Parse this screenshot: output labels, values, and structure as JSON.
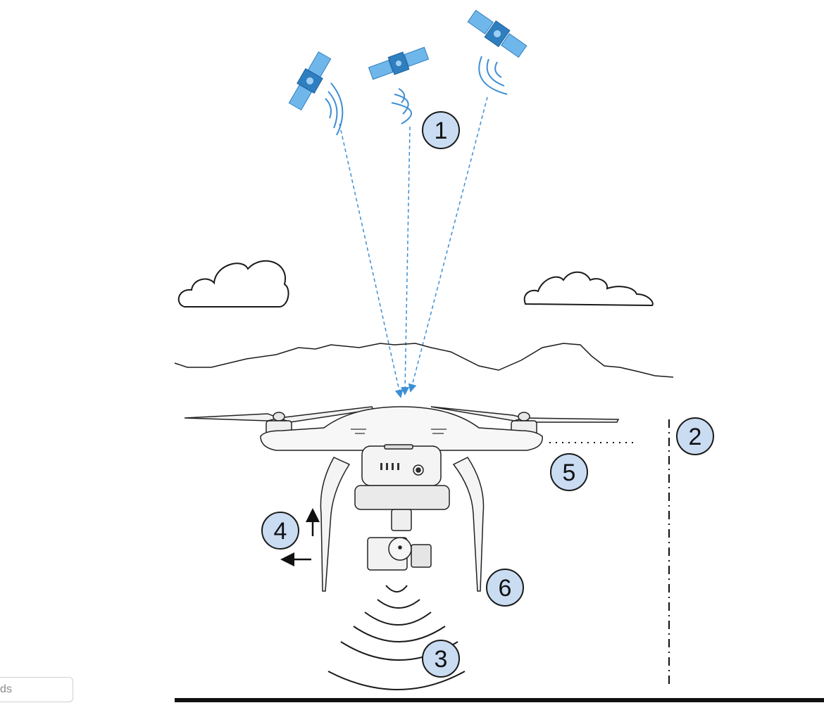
{
  "diagram": {
    "markers": [
      {
        "id": "marker-1",
        "label": "1"
      },
      {
        "id": "marker-2",
        "label": "2"
      },
      {
        "id": "marker-3",
        "label": "3"
      },
      {
        "id": "marker-4",
        "label": "4"
      },
      {
        "id": "marker-5",
        "label": "5"
      },
      {
        "id": "marker-6",
        "label": "6"
      }
    ],
    "colors": {
      "satellite_blue": "#3a8fd0",
      "signal_line": "#3d8fd4",
      "marker_fill": "#c9dcf2",
      "outline": "#1a1a1a"
    }
  },
  "search": {
    "placeholder": "Words"
  }
}
